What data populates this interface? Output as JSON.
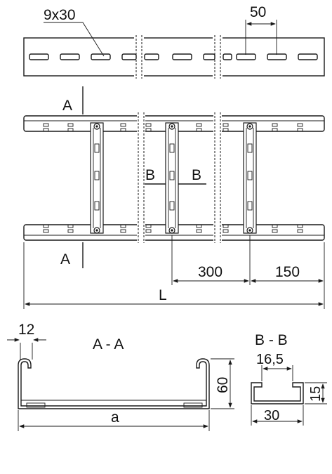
{
  "top_view": {
    "slot_label": "9x30",
    "pitch_label": "50"
  },
  "ladder_view": {
    "section_a_top": "A",
    "section_a_bottom": "A",
    "section_b_left": "B",
    "section_b_right": "B",
    "dim_rung_spacing": "300",
    "dim_end_offset": "150",
    "dim_length": "L"
  },
  "section_aa": {
    "title": "A - A",
    "dim_flange": "12",
    "dim_height": "60",
    "dim_width": "a"
  },
  "section_bb": {
    "title": "B - B",
    "dim_slot": "16,5",
    "dim_height": "15",
    "dim_width": "30"
  }
}
